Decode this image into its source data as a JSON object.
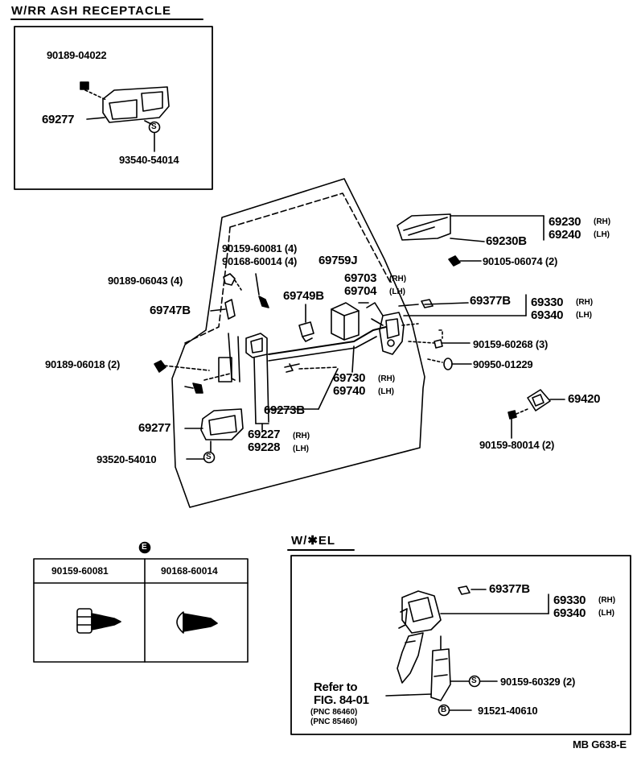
{
  "headers": {
    "ash": "W/RR  ASH  RECEPTACLE",
    "el": "W/✱EL"
  },
  "ash_box": {
    "p1": "90189-04022",
    "p2": "69277",
    "p3": "93540-54014"
  },
  "main": {
    "p69230": "69230",
    "p69240": "69240",
    "rh": "(RH)",
    "lh": "(LH)",
    "p69230b": "69230B",
    "p90105": "90105-06074 (2)",
    "p90159a": "90159-60081 (4)",
    "p90168": "90168-60014 (4)",
    "p69759j": "69759J",
    "p90189b": "90189-06043 (4)",
    "p69703": "69703",
    "p69704": "69704",
    "p69749b": "69749B",
    "p69747b": "69747B",
    "p69377b": "69377B",
    "p69330": "69330",
    "p69340": "69340",
    "p90159b": "90159-60268 (3)",
    "p90950": "90950-01229",
    "p90189c": "90189-06018 (2)",
    "p69730": "69730",
    "p69740": "69740",
    "p69420": "69420",
    "p69273b": "69273B",
    "p69277": "69277",
    "p69227": "69227",
    "p69228": "69228",
    "rh_small": "(RH)",
    "lh_small": "(LH)",
    "p93520": "93520-54010",
    "p90159c": "90159-80014 (2)"
  },
  "table": {
    "col1": "90159-60081",
    "col2": "90168-60014"
  },
  "el_box": {
    "p69377b": "69377B",
    "p69330": "69330",
    "p69340": "69340",
    "rh": "(RH)",
    "lh": "(LH)",
    "refer": "Refer to",
    "fig": "FIG. 84-01",
    "pnc1": "(PNC 86460)",
    "pnc2": "(PNC 85460)",
    "p90159": "90159-60329  (2)",
    "p91521": "91521-40610"
  },
  "code": "MB G638-E",
  "symbols": {
    "s": "S",
    "b": "B",
    "e": "E"
  }
}
